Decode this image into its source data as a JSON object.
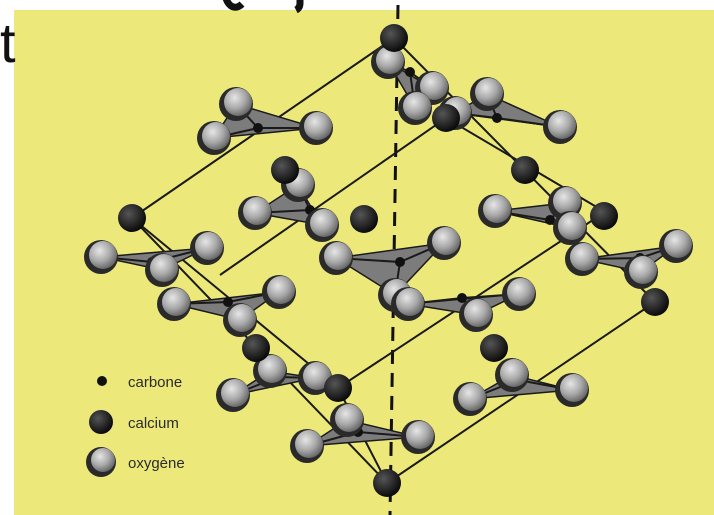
{
  "header": {
    "fragment_text": "t"
  },
  "legend": {
    "items": [
      {
        "label": "carbone",
        "symbol": "small-black-dot"
      },
      {
        "label": "calcium",
        "symbol": "large-black-ball"
      },
      {
        "label": "oxygène",
        "symbol": "grey-ball"
      }
    ]
  },
  "colors": {
    "background": "#ece97a",
    "carbon": "#111111",
    "calcium": "#0d0d0d",
    "oxygen": "#a9a9a9",
    "bond": "#1a1a1a",
    "triangle": "#7c7c7c"
  }
}
